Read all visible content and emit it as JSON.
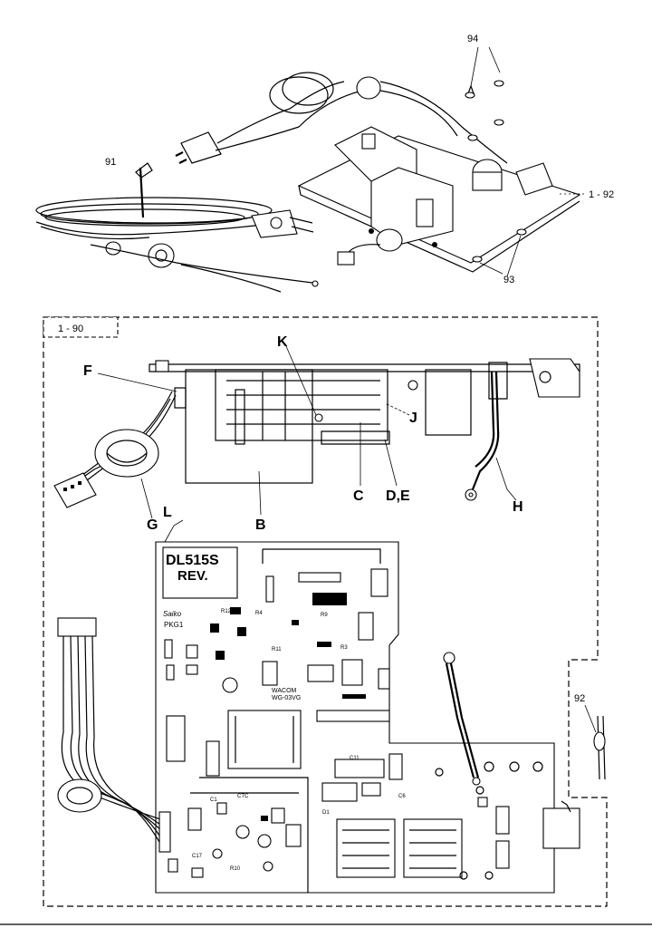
{
  "callouts": {
    "c94": "94",
    "c91": "91",
    "c92_top": "1 - 92",
    "c93": "93",
    "c90": "1 - 90",
    "cK": "K",
    "cF": "F",
    "cJ": "J",
    "cC": "C",
    "cDE": "D,E",
    "cH": "H",
    "cG": "G",
    "cB": "B",
    "cL": "L",
    "c92_side": "92"
  },
  "board": {
    "model_line1": "DL515S",
    "model_line2": "REV.",
    "maker": "Saiko",
    "part": "PKG1",
    "brand": "WACOM",
    "code": "WG-03VG"
  }
}
